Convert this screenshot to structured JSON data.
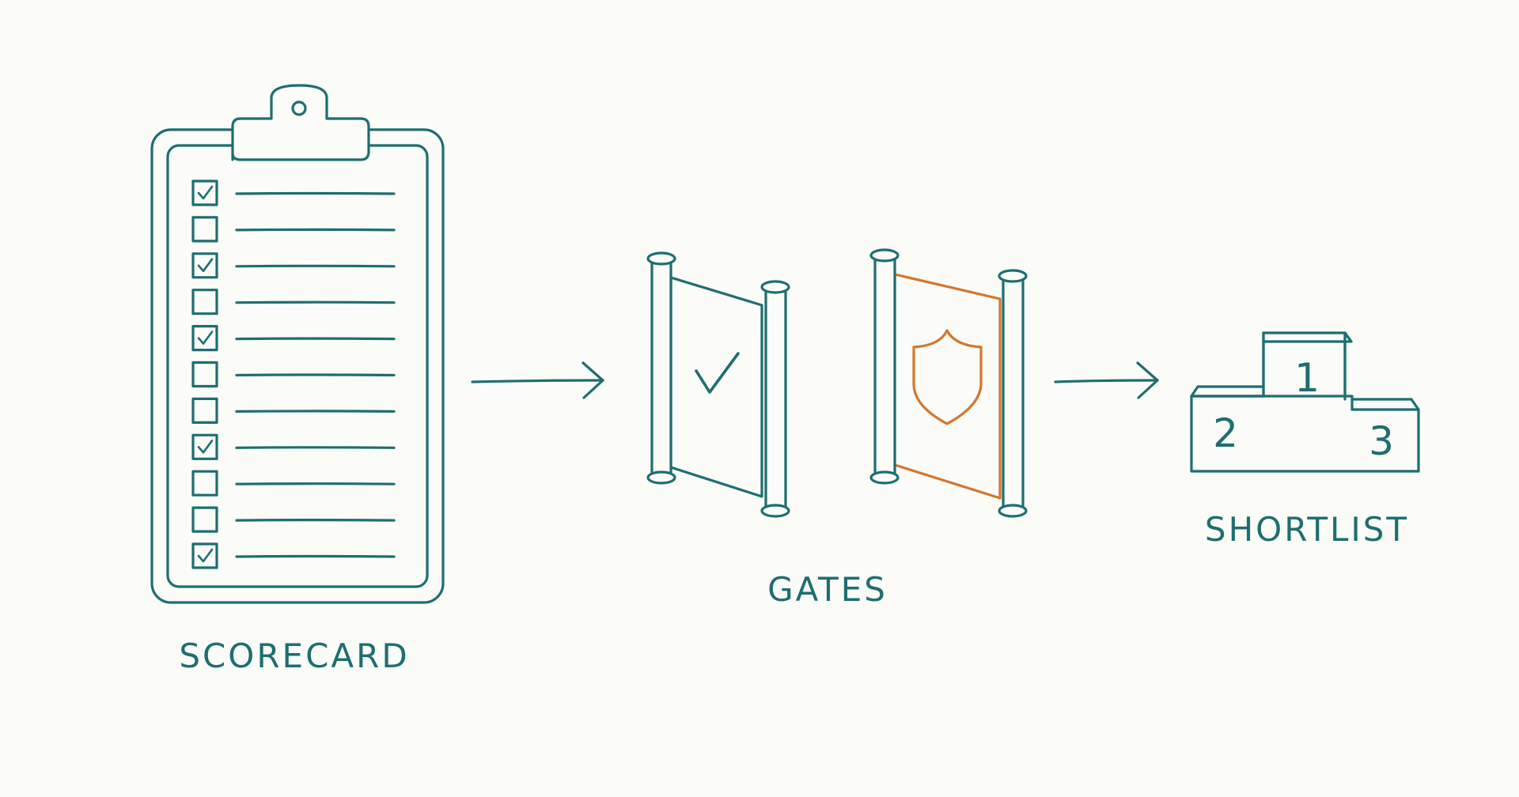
{
  "stages": [
    {
      "label": "SCORECARD"
    },
    {
      "label": "GATES"
    },
    {
      "label": "SHORTLIST"
    }
  ],
  "scorecard": {
    "rows": [
      true,
      false,
      true,
      false,
      true,
      false,
      false,
      true,
      false,
      false,
      true
    ]
  },
  "podium": {
    "first": "1",
    "second": "2",
    "third": "3"
  },
  "colors": {
    "background": "#fbfbf8",
    "stroke": "#1d6e70",
    "accent": "#d4762b"
  },
  "icons": [
    "clipboard-icon",
    "checkbox-icon",
    "check-mark-icon",
    "arrow-right-icon",
    "gate-icon",
    "shield-icon",
    "podium-icon"
  ]
}
